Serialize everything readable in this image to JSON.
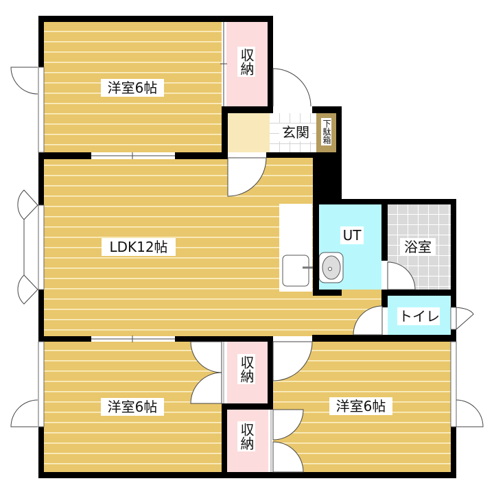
{
  "floor_plan": {
    "rooms": {
      "bedroom_top": {
        "label": "洋室6帖",
        "type": "western-room"
      },
      "closet_top": {
        "label": "収納"
      },
      "entrance": {
        "label": "玄関"
      },
      "shoe_cabinet": {
        "label": "下駄箱"
      },
      "ldk": {
        "label": "LDK12帖"
      },
      "utility": {
        "label": "UT"
      },
      "bathroom": {
        "label": "浴室"
      },
      "toilet": {
        "label": "トイレ"
      },
      "closet_middle": {
        "label": "収納"
      },
      "closet_bottom": {
        "label": "収納"
      },
      "bedroom_bottom_left": {
        "label": "洋室6帖",
        "type": "western-room"
      },
      "bedroom_bottom_right": {
        "label": "洋室6帖",
        "type": "western-room"
      }
    },
    "colors": {
      "wall": "#000000",
      "wood_floor": "#E9C76C",
      "wood_floor_line": "#FBF0C8",
      "closet": "#FCDCDC",
      "wet_area": "#B8F8FD",
      "bath_tile": "#DADADA",
      "entrance_step": "#F9E9BA",
      "entrance_tile": "#FFFFFF",
      "shoe_cabinet": "#B49B5C",
      "fixture_outline": "#555555"
    }
  }
}
